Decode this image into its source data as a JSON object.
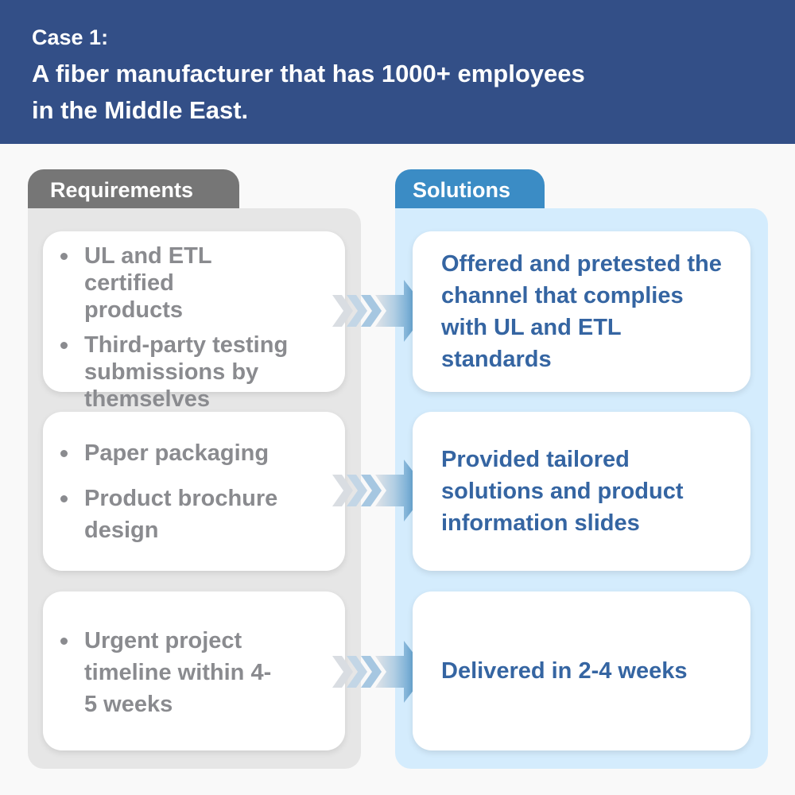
{
  "header": {
    "case_label": "Case 1:",
    "title_line1": "A fiber manufacturer that has 1000+ employees",
    "title_line2": "in the Middle East."
  },
  "tabs": {
    "requirements": "Requirements",
    "solutions": "Solutions"
  },
  "rows": [
    {
      "requirements": [
        "UL and ETL certified products",
        "Third-party testing submissions by themselves"
      ],
      "solution": "Offered and pretested the channel that complies with UL and ETL standards"
    },
    {
      "requirements": [
        "Paper packaging",
        "Product brochure design"
      ],
      "solution": "Provided tailored solutions and product information slides"
    },
    {
      "requirements": [
        "Urgent project timeline within 4-5 weeks"
      ],
      "solution": "Delivered in 2-4 weeks"
    }
  ],
  "colors": {
    "header_bg": "#334f87",
    "requirements_tab": "#767676",
    "solutions_tab": "#3b8cc5",
    "requirements_panel": "#e6e6e6",
    "solutions_panel": "#d4ecfd",
    "requirement_text": "#8a8b8f",
    "solution_text": "#3565a2"
  },
  "icons": {
    "flow_arrow": "chevron-arrow-right-icon"
  }
}
